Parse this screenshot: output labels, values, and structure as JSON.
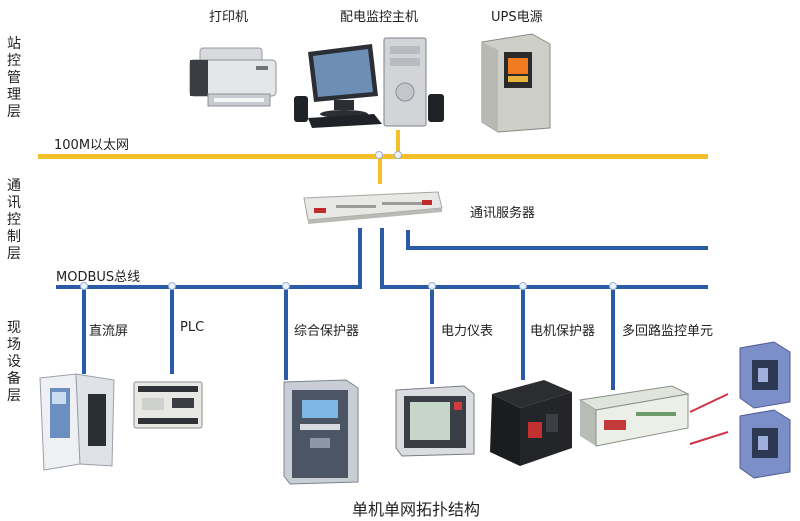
{
  "layers": {
    "management": "站控管理层",
    "communication": "通讯控制层",
    "field": "现场设备层"
  },
  "buses": {
    "ethernet": "100M以太网",
    "modbus": "MODBUS总线"
  },
  "devices": {
    "printer": "打印机",
    "host": "配电监控主机",
    "ups": "UPS电源",
    "server": "通讯服务器",
    "dc_screen": "直流屏",
    "plc": "PLC",
    "protector": "综合保护器",
    "power_meter": "电力仪表",
    "motor_protector": "电机保护器",
    "multi_monitor": "多回路监控单元"
  },
  "caption": "单机单网拓扑结构",
  "colors": {
    "ethernet_bus": "#f3c02c",
    "modbus_bus": "#2b5aa6"
  }
}
